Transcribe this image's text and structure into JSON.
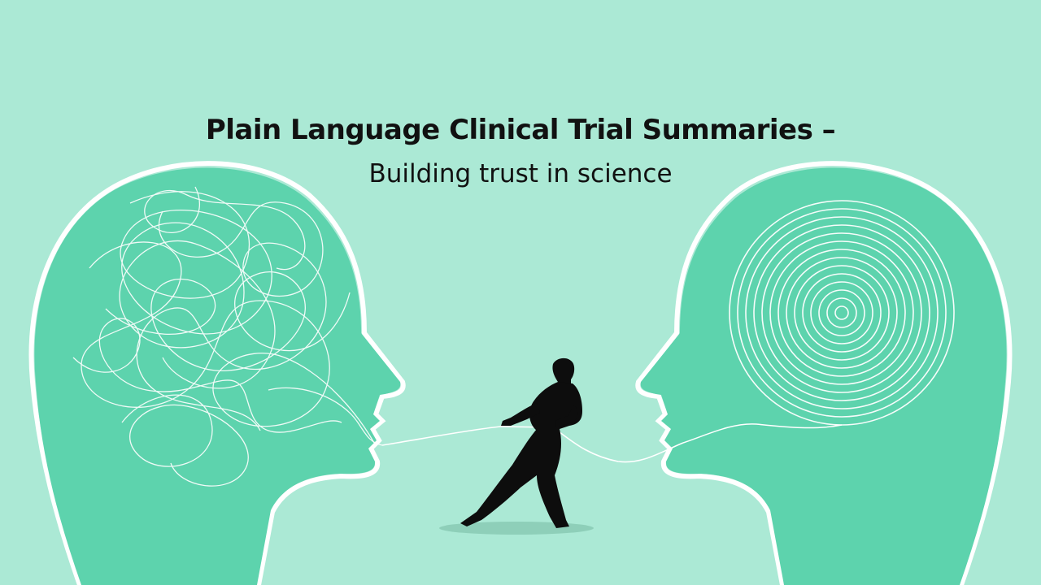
{
  "slide": {
    "title": "Plain Language Clinical Trial Summaries –",
    "subtitle": "Building trust in science"
  },
  "colors": {
    "background": "#abe9d5",
    "head_fill": "#5dd3ad",
    "line": "#ffffff",
    "figure": "#0d0d0d",
    "shadow": "#8ecfb9"
  },
  "illustration": {
    "left_head": "tangled-thoughts-head",
    "right_head": "spiral-thoughts-head",
    "figure": "person-pulling-rope-silhouette"
  }
}
